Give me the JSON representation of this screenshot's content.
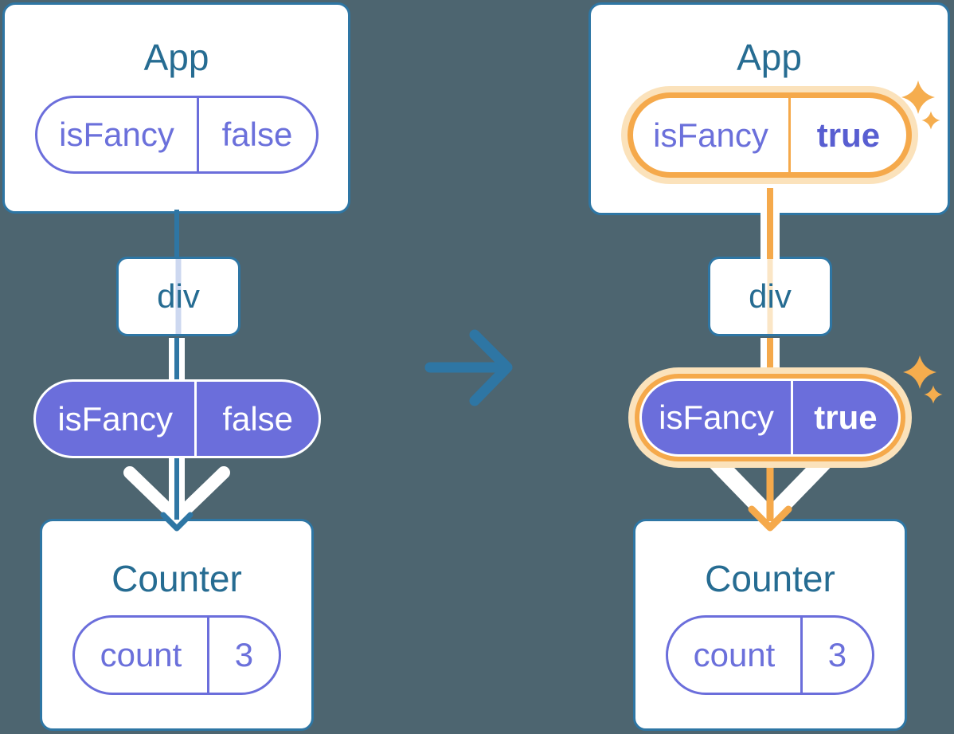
{
  "palette": {
    "background": "#4D6570",
    "card_border_blue": "#2E76A4",
    "title_blue": "#266C92",
    "prop_purple": "#6B6EDB",
    "purple_text": "#6B70DB",
    "highlight_orange": "#F5A94B",
    "highlight_glow": "#FBE2BB",
    "sparkle_orange": "#F5AD4E"
  },
  "icons": {
    "center_arrow": "right-arrow",
    "down_arrow": "chevron-down-arrow",
    "sparkles": "four-point-sparkles"
  },
  "before": {
    "app": {
      "title": "App",
      "prop": {
        "name": "isFancy",
        "value": "false"
      }
    },
    "div": {
      "label": "div"
    },
    "counter": {
      "title": "Counter",
      "state": {
        "name": "count",
        "value": "3"
      }
    }
  },
  "after": {
    "app": {
      "title": "App",
      "prop": {
        "name": "isFancy",
        "value": "true"
      }
    },
    "div": {
      "label": "div"
    },
    "counter": {
      "title": "Counter",
      "state": {
        "name": "count",
        "value": "3"
      }
    }
  }
}
